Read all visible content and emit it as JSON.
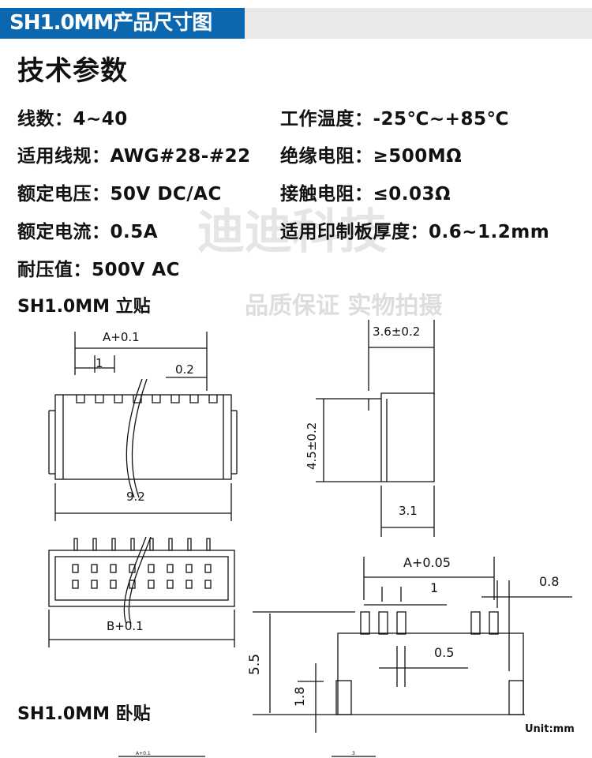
{
  "header": {
    "title": "SH1.0MM产品尺寸图",
    "accent": "#0b67b0"
  },
  "section_title": "技术参数",
  "specs": [
    {
      "text": "线数：4~40"
    },
    {
      "text": "工作温度：-25℃~+85℃"
    },
    {
      "text": "适用线规：AWG#28-#22"
    },
    {
      "text": "绝缘电阻：≥500MΩ"
    },
    {
      "text": "额定电压：50V DC/AC"
    },
    {
      "text": "接触电阻：≤0.03Ω"
    },
    {
      "text": "额定电流：0.5A"
    },
    {
      "text": "适用印制板厚度：0.6~1.2mm"
    },
    {
      "text": "耐压值：500V AC"
    }
  ],
  "watermark": {
    "brand": "迪迪科技",
    "slogan": "品质保证 实物拍摄"
  },
  "smt": {
    "label": "SH1.0MM 立贴",
    "dims": {
      "a": "A+0.1",
      "pitch": "1",
      "pin": "0.2",
      "width": "9.2",
      "b": "B+0.1",
      "depth": "3.6±0.2",
      "height": "4.5±0.2",
      "side": "3.1"
    }
  },
  "smt2": {
    "dims": {
      "a": "A+0.05",
      "pitch": "1",
      "edge": "0.8",
      "height": "5.5",
      "pin": "0.5",
      "foot": "1.8"
    },
    "unit": "Unit:mm"
  },
  "horizontal": {
    "label": "SH1.0MM 卧贴",
    "dims": {
      "a": "A+0.1",
      "side": "3"
    }
  }
}
